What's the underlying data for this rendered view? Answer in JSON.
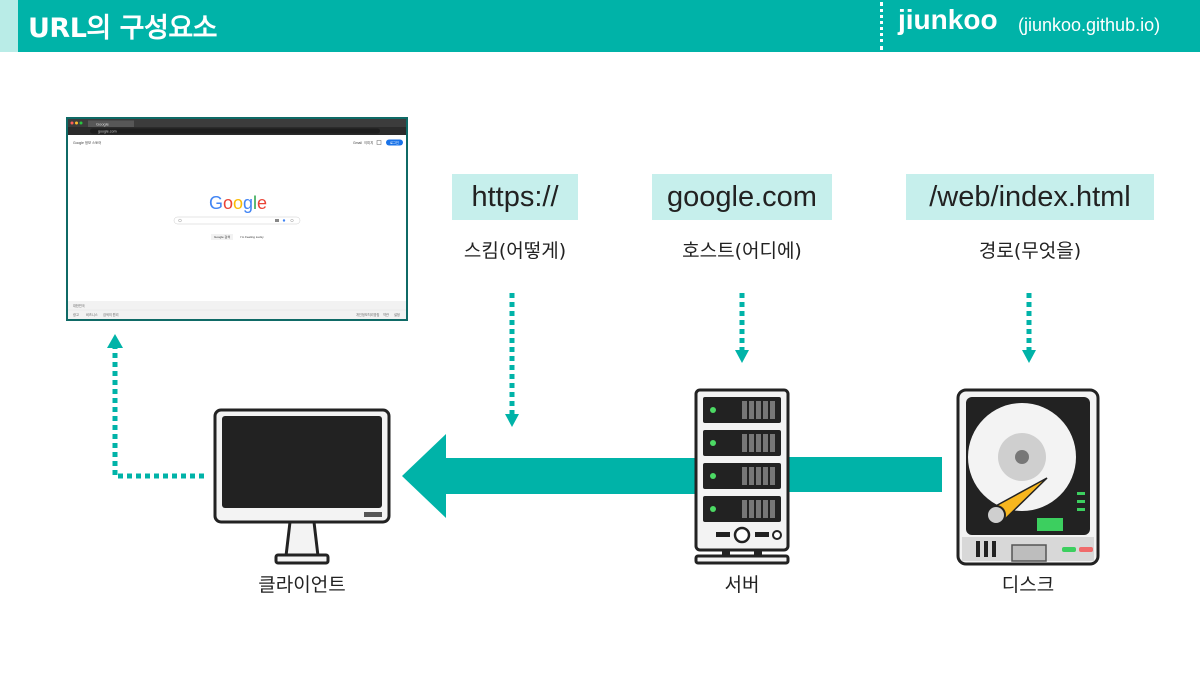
{
  "header": {
    "title": "URL의 구성요소",
    "brand": "jiunkoo",
    "brand_url": "(jiunkoo.github.io)"
  },
  "url_parts": [
    {
      "text": "https://",
      "description": "스킴(어떻게)"
    },
    {
      "text": "google.com",
      "description": "호스트(어디에)"
    },
    {
      "text": "/web/index.html",
      "description": "경로(무엇을)"
    }
  ],
  "nodes": {
    "client": "클라이언트",
    "server": "서버",
    "disk": "디스크"
  },
  "browser": {
    "tab_title": "Google",
    "address": "google.com",
    "top_left_links": [
      "Google 정보",
      "스토어"
    ],
    "top_right_links": [
      "Gmail",
      "이미지"
    ],
    "signin_label": "로그인",
    "logo": "Google",
    "search_button": "Google 검색",
    "lucky_button": "I'm Feeling Lucky",
    "country": "대한민국",
    "footer_left": [
      "광고",
      "비즈니스",
      "검색의 원리"
    ],
    "footer_right": [
      "개인정보처리방침",
      "약관",
      "설정"
    ]
  },
  "colors": {
    "accent": "#00b3a8",
    "accent_light": "#c6efec",
    "dark": "#222222"
  }
}
